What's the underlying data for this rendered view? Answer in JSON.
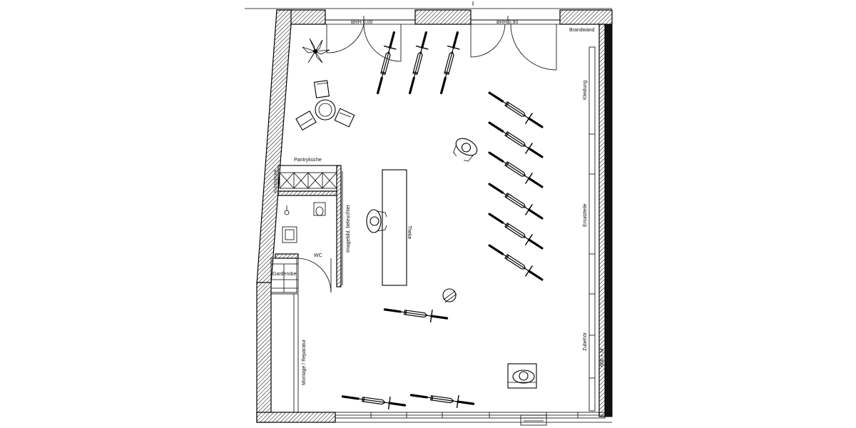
{
  "labels": {
    "brh_left": "BRH 0,00",
    "brh_right": "BRH 0,90",
    "brandwand": "Brandwand",
    "kleidung": "Kleidung",
    "ersatzteile": "Ersatzteile",
    "zubehoer": "Zubehör",
    "dimension": "600 + M",
    "pantrykueche": "Pantryküche",
    "kuehlschrank": "Kühlschrank",
    "wc": "WC",
    "imagebild": "Imagebild, beleuchtet",
    "theke": "Theke",
    "garderobe": "Garderobe",
    "montage": "Montage / Reparatur"
  }
}
